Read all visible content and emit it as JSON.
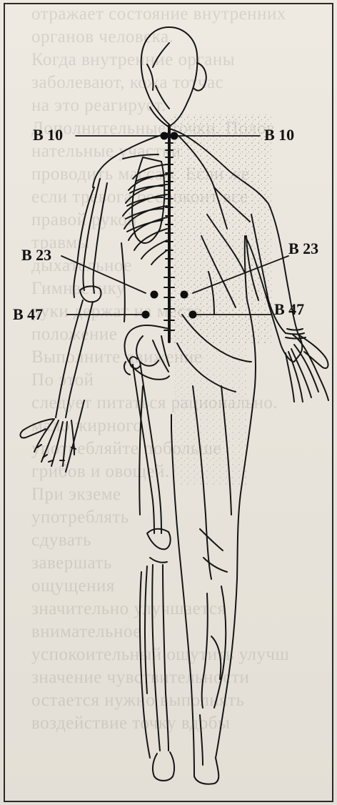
{
  "bleed_text": [
    "отражает состояние внутренних",
    "органов человека.",
    "Когда внутренние органы",
    "заболевают, кожа тотчас",
    "на это реагирует.",
    "Дополнительные точки. Полов",
    "нательные участки",
    "проводить массаж. Если же",
    "если тревога беспокоит все",
    "правой рукой",
    "травмы",
    "дыхательное",
    "Гимнастику",
    "руки держат на месте",
    "положение",
    "Выполните движение",
    "По этой",
    "",
    "следует питаться рационально.",
    "мало жирного",
    "употребляйте побольше",
    "грибов и овощей.",
    "При экземе",
    "употреблять",
    "сдувать",
    "завершать",
    "ощущения",
    "",
    "значительно улучшается",
    "внимательное",
    "успокоительный   ощутить улучш",
    "значение   чувствительности",
    "остается нужно выполнять",
    "воздействие   точку   вдобы"
  ],
  "points": {
    "b10_left": "B 10",
    "b10_right": "B 10",
    "b23_left": "B 23",
    "b23_right": "B 23",
    "b47_left": "B 47",
    "b47_right": "B 47"
  },
  "colors": {
    "ink": "#111111",
    "paper": "#ebe7df",
    "frame": "#2a2a2a"
  }
}
